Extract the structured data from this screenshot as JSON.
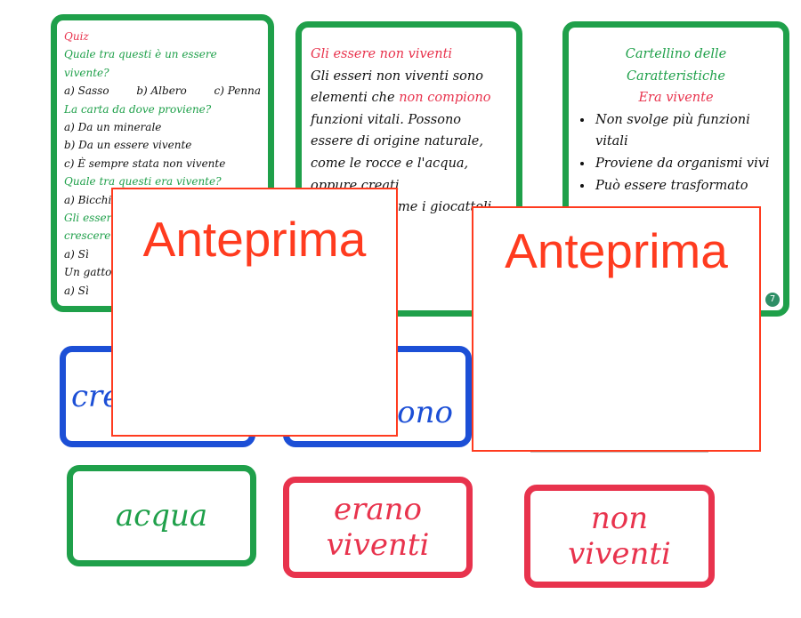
{
  "quiz_card": {
    "title": "Quiz",
    "q1": "Quale tra questi è un essere vivente?",
    "q1_options": [
      "a) Sasso",
      "b) Albero",
      "c) Penna"
    ],
    "q2": "La carta da dove proviene?",
    "q2_options": [
      "a) Da un minerale",
      "b) Da un essere vivente",
      "c) È sempre stata non vivente"
    ],
    "q3": "Quale tra questi era vivente?",
    "q3_partial": "a) Bicchi",
    "q4_partial_1": "Gli esser",
    "q4_partial_2": "crescere?",
    "q4_answer": "a) Sì",
    "q5_partial": "Un gatto",
    "q5_answer": "a) Sì"
  },
  "nonliving_card": {
    "title": "Gli essere non viventi",
    "text_1": "Gli esseri non viventi sono elementi che ",
    "highlight": "non compiono",
    "text_2": " funzioni vitali. Possono essere di origine naturale, come le rocce e l'acqua, oppure creati",
    "text_3": "me i giocattoli"
  },
  "tag_card": {
    "title": "Cartellino delle Caratteristiche",
    "subtitle": "Era vivente",
    "items": [
      "Non svolge più funzioni vitali",
      "Proviene da organismi vivi",
      "Può essere trasformato"
    ],
    "page": "7"
  },
  "words": {
    "cre": "cre",
    "ono": "ono",
    "acqua": "acqua",
    "erano_viventi": "erano viventi",
    "non_viventi": "non viventi"
  },
  "previews": {
    "label_1": "Anteprima",
    "label_2": "Anteprima"
  },
  "colors": {
    "green": "#1fa04a",
    "blue": "#1c4fd6",
    "red": "#e8334d",
    "preview": "#ff3b1f"
  }
}
